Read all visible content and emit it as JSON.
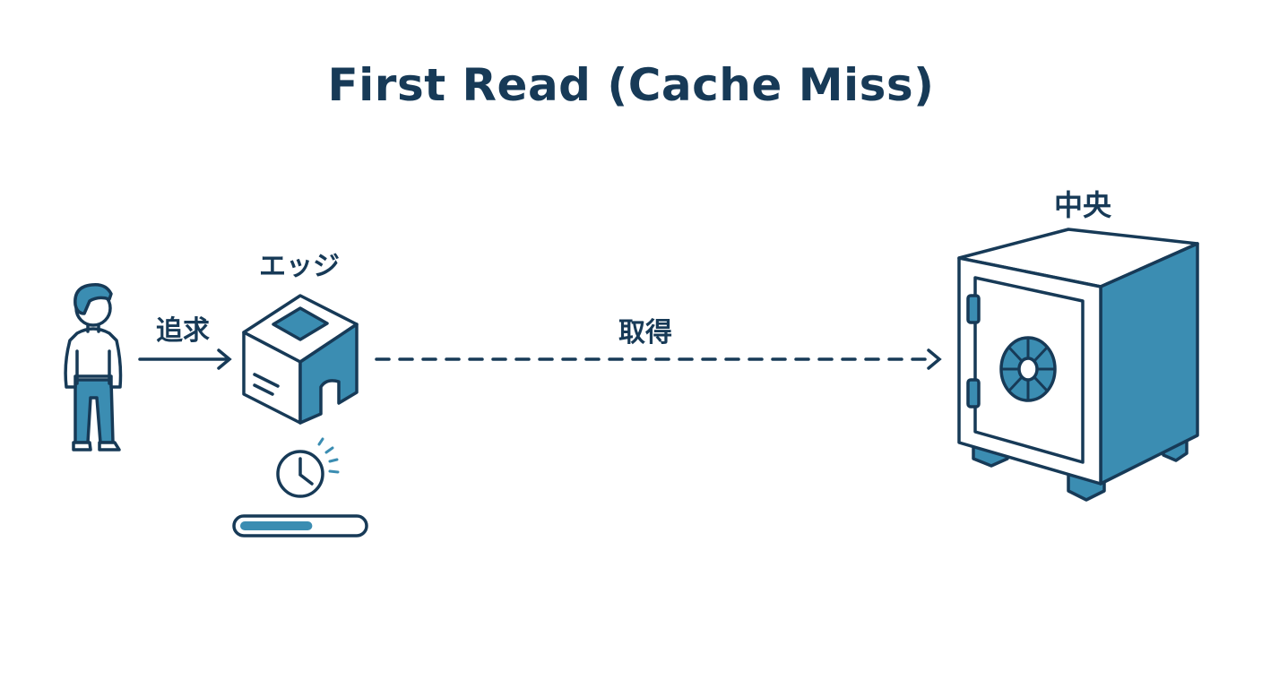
{
  "title": "First Read (Cache Miss)",
  "labels": {
    "request": "追求",
    "edge": "エッジ",
    "fetch": "取得",
    "central": "中央"
  },
  "progress": {
    "fraction": 0.6
  },
  "colors": {
    "ink": "#173a57",
    "accent": "#3b8db2",
    "accent_light": "#4ea0c4",
    "background": "#ffffff"
  },
  "icons": {
    "user": "person-icon",
    "edge": "edge-server-cube-icon",
    "timer": "clock-icon",
    "central": "vault-safe-icon"
  }
}
